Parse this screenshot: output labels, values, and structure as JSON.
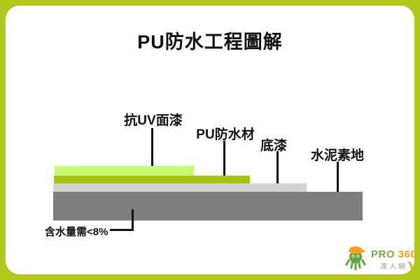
{
  "title": "PU防水工程圖解",
  "diagram": {
    "layers": [
      {
        "name": "uv-topcoat",
        "label": "抗UV面漆",
        "color": "#c5fa78"
      },
      {
        "name": "pu-waterproofing",
        "label": "PU防水材",
        "color": "#abc40e"
      },
      {
        "name": "primer",
        "label": "底漆",
        "color": "#d3d3d3"
      },
      {
        "name": "cement-substrate",
        "label": "水泥素地",
        "color": "#7e7e7e"
      }
    ],
    "annotation": "含水量需<8%"
  },
  "logo": {
    "mascot_icon": "octopus-mascot-icon",
    "brand_primary": "PRO",
    "brand_secondary": "360",
    "subtitle": "達人網",
    "colors": {
      "brand_primary": "#6fae3e",
      "brand_secondary": "#f6a01d",
      "subtitle": "#9d9d9d"
    }
  },
  "colors": {
    "frame": "#b1c81b",
    "background": "#ffffff",
    "line": "#111111"
  }
}
